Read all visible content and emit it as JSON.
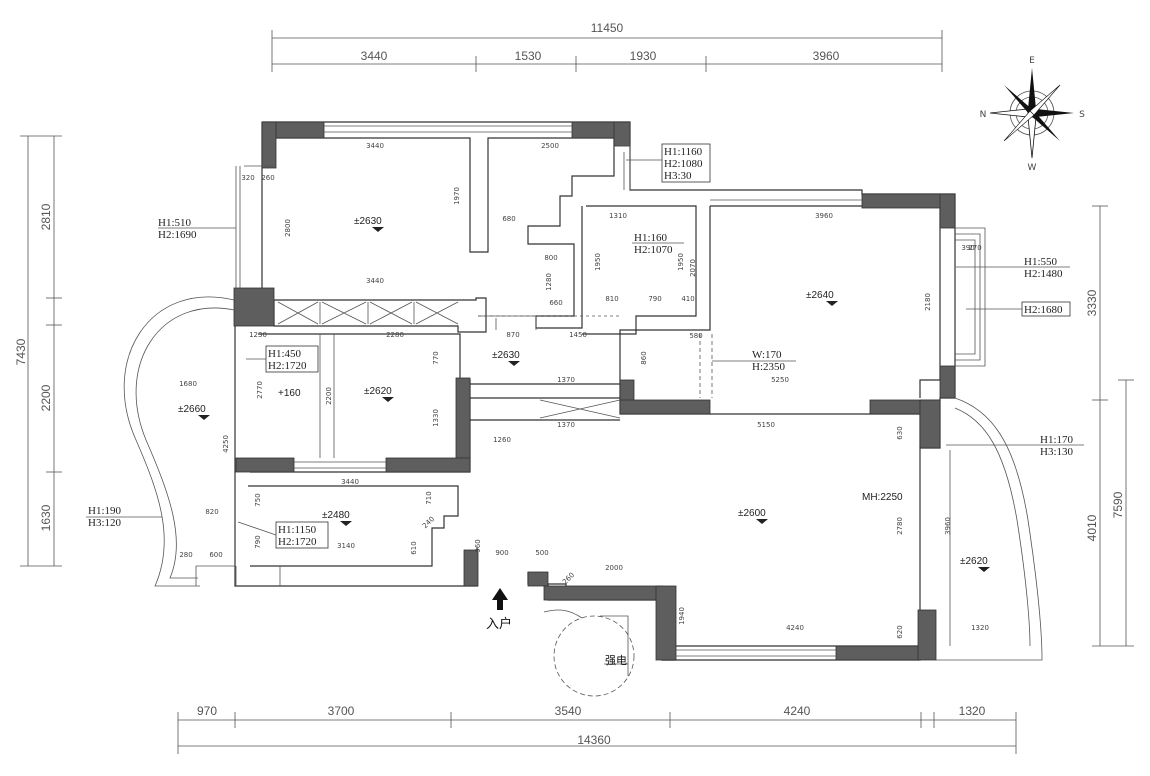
{
  "compass": {
    "north": "N",
    "south": "S",
    "east": "E",
    "west": "W"
  },
  "top_dims": {
    "total": "11450",
    "segments": [
      "3440",
      "1530",
      "1930",
      "3960"
    ]
  },
  "bottom_dims": {
    "total": "14360",
    "segments": [
      "970",
      "3700",
      "3540",
      "4240",
      "1320"
    ]
  },
  "left_dims": {
    "total": "7430",
    "segments": [
      "2810",
      "2200",
      "1630"
    ]
  },
  "right_dims": {
    "total": "7590",
    "segments": [
      "3330",
      "4010"
    ]
  },
  "notes": [
    {
      "lines": [
        "H1:1160",
        "H2:1080",
        "H3:30"
      ]
    },
    {
      "lines": [
        "H1:510",
        "H2:1690"
      ]
    },
    {
      "lines": [
        "H1:160",
        "H2:1070"
      ]
    },
    {
      "lines": [
        "H1:550",
        "H2:1480"
      ]
    },
    {
      "lines": [
        "H2:1680"
      ]
    },
    {
      "lines": [
        "H1:450",
        "H2:1720"
      ]
    },
    {
      "lines": [
        "W:170",
        "H:2350"
      ]
    },
    {
      "lines": [
        "H1:170",
        "H3:130"
      ]
    },
    {
      "lines": [
        "H1:190",
        "H3:120"
      ]
    },
    {
      "lines": [
        "H1:1150",
        "H2:1720"
      ]
    }
  ],
  "levels": [
    "±2630",
    "±2630",
    "±2640",
    "±2620",
    "±2660",
    "±2480",
    "±2600",
    "±2620"
  ],
  "raised": "+160",
  "mh": "MH:2250",
  "entrance": "入户",
  "meter": "强电",
  "inner_dims": [
    "3440",
    "2500",
    "3440",
    "1310",
    "870",
    "3960",
    "2280",
    "1450",
    "1370",
    "1370",
    "5150",
    "5250",
    "1680",
    "3440",
    "3140",
    "2000",
    "4240",
    "1320",
    "820",
    "900",
    "500",
    "1260",
    "810",
    "790",
    "410",
    "680",
    "660",
    "270",
    "390",
    "800",
    "1280",
    "1970",
    "2800",
    "2070",
    "1950",
    "1950",
    "2180",
    "2770",
    "2200",
    "1330",
    "4250",
    "2780",
    "3960",
    "1940",
    "620",
    "630",
    "770",
    "860",
    "580",
    "1230",
    "610",
    "960",
    "260",
    "710",
    "240",
    "750",
    "790",
    "280",
    "600",
    "320",
    "260"
  ]
}
